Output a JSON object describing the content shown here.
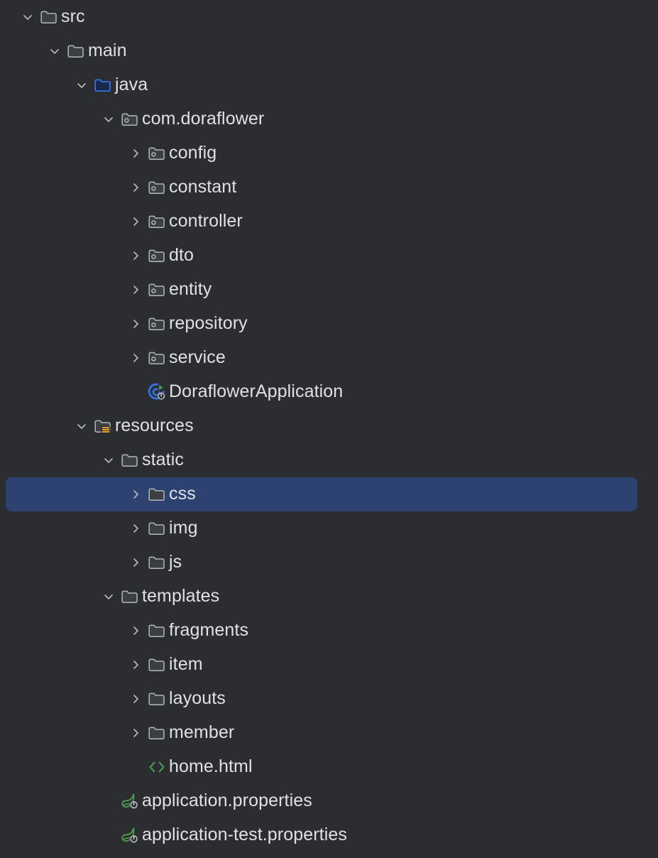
{
  "theme": {
    "background": "#2b2d30",
    "text": "#dfe1e5",
    "selection_background": "#2e4272",
    "chevron": "#b4b8bf",
    "folder_outline": "#b3b6ba",
    "folder_fill": "#3c3f41",
    "source_root_outline": "#3574f0",
    "source_root_fill": "#1b2a49",
    "resources_badge": "#f0a732",
    "spring_green": "#4e9a51",
    "html_green": "#499c54",
    "spring_boot_blue": "#3574f0",
    "run_green": "#59a869",
    "badge_grey": "#c0c3c7"
  },
  "panel": {
    "name": "project-file-tree",
    "selected_item": "css"
  },
  "tree": [
    {
      "label": "src",
      "depth": 1,
      "icon": "folder-icon",
      "state": "expanded",
      "selected": false
    },
    {
      "label": "main",
      "depth": 2,
      "icon": "folder-icon",
      "state": "expanded",
      "selected": false
    },
    {
      "label": "java",
      "depth": 3,
      "icon": "source-root-folder-icon",
      "state": "expanded",
      "selected": false
    },
    {
      "label": "com.doraflower",
      "depth": 4,
      "icon": "package-icon",
      "state": "expanded",
      "selected": false
    },
    {
      "label": "config",
      "depth": 5,
      "icon": "package-icon",
      "state": "collapsed",
      "selected": false
    },
    {
      "label": "constant",
      "depth": 5,
      "icon": "package-icon",
      "state": "collapsed",
      "selected": false
    },
    {
      "label": "controller",
      "depth": 5,
      "icon": "package-icon",
      "state": "collapsed",
      "selected": false
    },
    {
      "label": "dto",
      "depth": 5,
      "icon": "package-icon",
      "state": "collapsed",
      "selected": false
    },
    {
      "label": "entity",
      "depth": 5,
      "icon": "package-icon",
      "state": "collapsed",
      "selected": false
    },
    {
      "label": "repository",
      "depth": 5,
      "icon": "package-icon",
      "state": "collapsed",
      "selected": false
    },
    {
      "label": "service",
      "depth": 5,
      "icon": "package-icon",
      "state": "collapsed",
      "selected": false
    },
    {
      "label": "DoraflowerApplication",
      "depth": 5,
      "icon": "spring-boot-run-icon",
      "state": "leaf",
      "selected": false
    },
    {
      "label": "resources",
      "depth": 3,
      "icon": "resources-root-folder-icon",
      "state": "expanded",
      "selected": false
    },
    {
      "label": "static",
      "depth": 4,
      "icon": "folder-icon",
      "state": "expanded",
      "selected": false
    },
    {
      "label": "css",
      "depth": 5,
      "icon": "folder-icon",
      "state": "collapsed",
      "selected": true
    },
    {
      "label": "img",
      "depth": 5,
      "icon": "folder-icon",
      "state": "collapsed",
      "selected": false
    },
    {
      "label": "js",
      "depth": 5,
      "icon": "folder-icon",
      "state": "collapsed",
      "selected": false
    },
    {
      "label": "templates",
      "depth": 4,
      "icon": "folder-icon",
      "state": "expanded",
      "selected": false
    },
    {
      "label": "fragments",
      "depth": 5,
      "icon": "folder-icon",
      "state": "collapsed",
      "selected": false
    },
    {
      "label": "item",
      "depth": 5,
      "icon": "folder-icon",
      "state": "collapsed",
      "selected": false
    },
    {
      "label": "layouts",
      "depth": 5,
      "icon": "folder-icon",
      "state": "collapsed",
      "selected": false
    },
    {
      "label": "member",
      "depth": 5,
      "icon": "folder-icon",
      "state": "collapsed",
      "selected": false
    },
    {
      "label": "home.html",
      "depth": 5,
      "icon": "html-file-icon",
      "state": "leaf",
      "selected": false
    },
    {
      "label": "application.properties",
      "depth": 4,
      "icon": "spring-properties-icon",
      "state": "leaf",
      "selected": false
    },
    {
      "label": "application-test.properties",
      "depth": 4,
      "icon": "spring-properties-icon",
      "state": "leaf",
      "selected": false
    }
  ]
}
